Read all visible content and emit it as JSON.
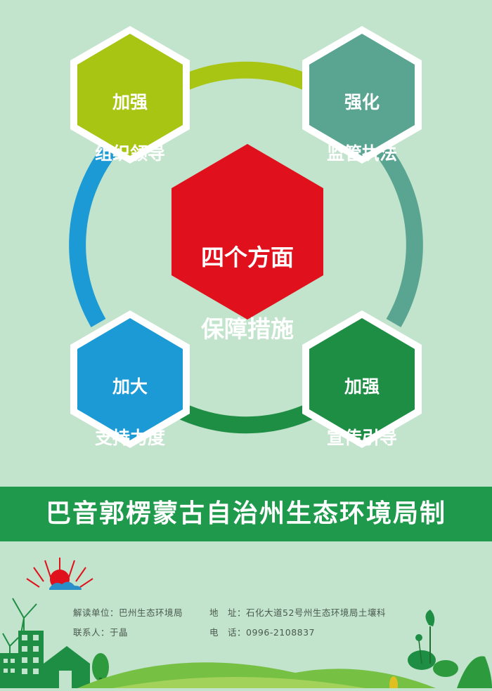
{
  "center": {
    "line1": "四个方面",
    "line2": "保障措施"
  },
  "nodes": {
    "top_left": {
      "line1": "加强",
      "line2": "组织领导"
    },
    "top_right": {
      "line1": "强化",
      "line2": "监管执法"
    },
    "bottom_left": {
      "line1": "加大",
      "line2": "支持力度"
    },
    "bottom_right": {
      "line1": "加强",
      "line2": "宣传引导"
    }
  },
  "banner": {
    "title": "巴音郭楞蒙古自治州生态环境局制"
  },
  "footer": {
    "unit_label": "解读单位：",
    "unit_value": "巴州生态环境局",
    "address_label": "地　址：",
    "address_value": "石化大道52号州生态环境局土壤科",
    "contact_label": "联系人：",
    "contact_value": "于晶",
    "phone_label": "电　话：",
    "phone_value": "0996-2108837"
  },
  "colors": {
    "background": "#c2e3cc",
    "lime": "#a8c514",
    "teal": "#5aa591",
    "blue": "#1b9ad6",
    "green": "#1f8e45",
    "red": "#e0101c",
    "banner": "#1f9a4c"
  }
}
